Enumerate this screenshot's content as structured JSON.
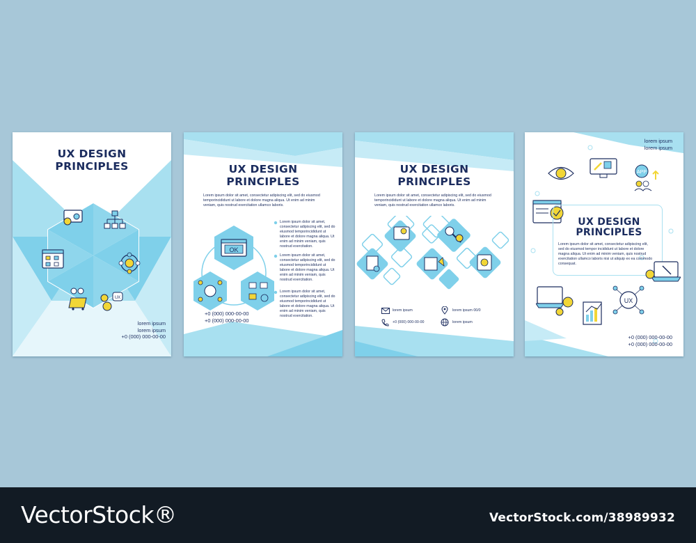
{
  "brochure_title": "UX DESIGN PRINCIPLES",
  "lorem_paragraph": "Lorem ipsum dolor sit amet, consectetur adipiscing elit, sed do eiusmod temporincididunt ut labore et dolore magna aliqua. Ut enim ad minim veniam, quis nostrud exercitation ullamco laboris.",
  "lorem_column": "Lorem ipsum dolor sit amet, consectetur adipiscing elit, sed do eiusmod temporincididunt ut labore et dolore magna aliqua. Ut enim ad minim veniam, quis nostrud exercitation.",
  "lorem_short": "Lorem ipsum dolor sit amet, consectetur adipiscing elit, sed do eiusmod tempor incididunt ut labore et dolore magna aliqua. Ut enim ad minim veniam, quis nostrud exercitation ullamco laboris nisi ut aliquip ex ea commodo consequat.",
  "lorem_ipsum": "lorem ipsum",
  "phone": "+0 (000) 000-00-00",
  "address": "lorem ipsum 00/0",
  "ux_label": "UX",
  "ok_label": "OK",
  "app_label": "APP",
  "footer": {
    "brand": "VectorStock®",
    "image_id": "VectorStock.com/38989932"
  },
  "colors": {
    "background": "#a7c7d8",
    "light_blue": "#a8e0f0",
    "mid_blue": "#7fd0ea",
    "navy": "#1b2c5e",
    "yellow": "#f2d636",
    "footer": "#121b24"
  }
}
